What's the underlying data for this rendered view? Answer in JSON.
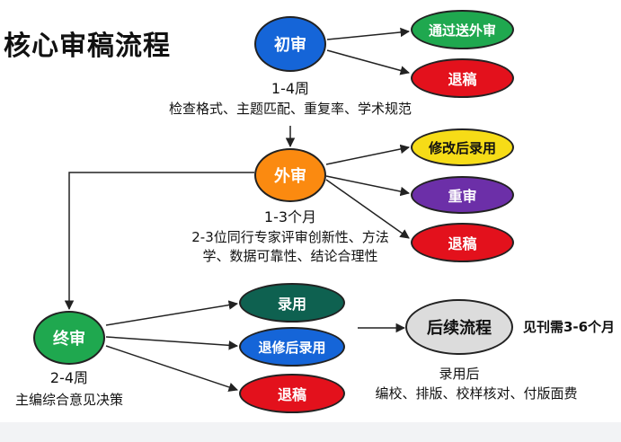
{
  "title": "核心审稿流程",
  "colors": {
    "blue": "#1565d8",
    "green": "#1fa84f",
    "red": "#e3111c",
    "orange": "#fb8a10",
    "yellow": "#f6dc17",
    "purple": "#6c2fa8",
    "teal": "#0e6150",
    "gray": "#dcdcdc"
  },
  "stages": {
    "initial": {
      "label": "初审",
      "duration": "1-4周",
      "details": "检查格式、主题匹配、重复率、学术规范",
      "outcomes": [
        "通过送外审",
        "退稿"
      ]
    },
    "external": {
      "label": "外审",
      "duration": "1-3个月",
      "details_line1": "2-3位同行专家评审创新性、方法",
      "details_line2": "学、数据可靠性、结论合理性",
      "outcomes": [
        "修改后录用",
        "重审",
        "退稿"
      ]
    },
    "final": {
      "label": "终审",
      "duration": "2-4周",
      "details": "主编综合意见决策",
      "outcomes": [
        "录用",
        "退修后录用",
        "退稿"
      ]
    },
    "followup": {
      "label": "后续流程",
      "note": "见刊需3-6个月",
      "sub": "录用后",
      "details": "编校、排版、校样核对、付版面费"
    }
  }
}
